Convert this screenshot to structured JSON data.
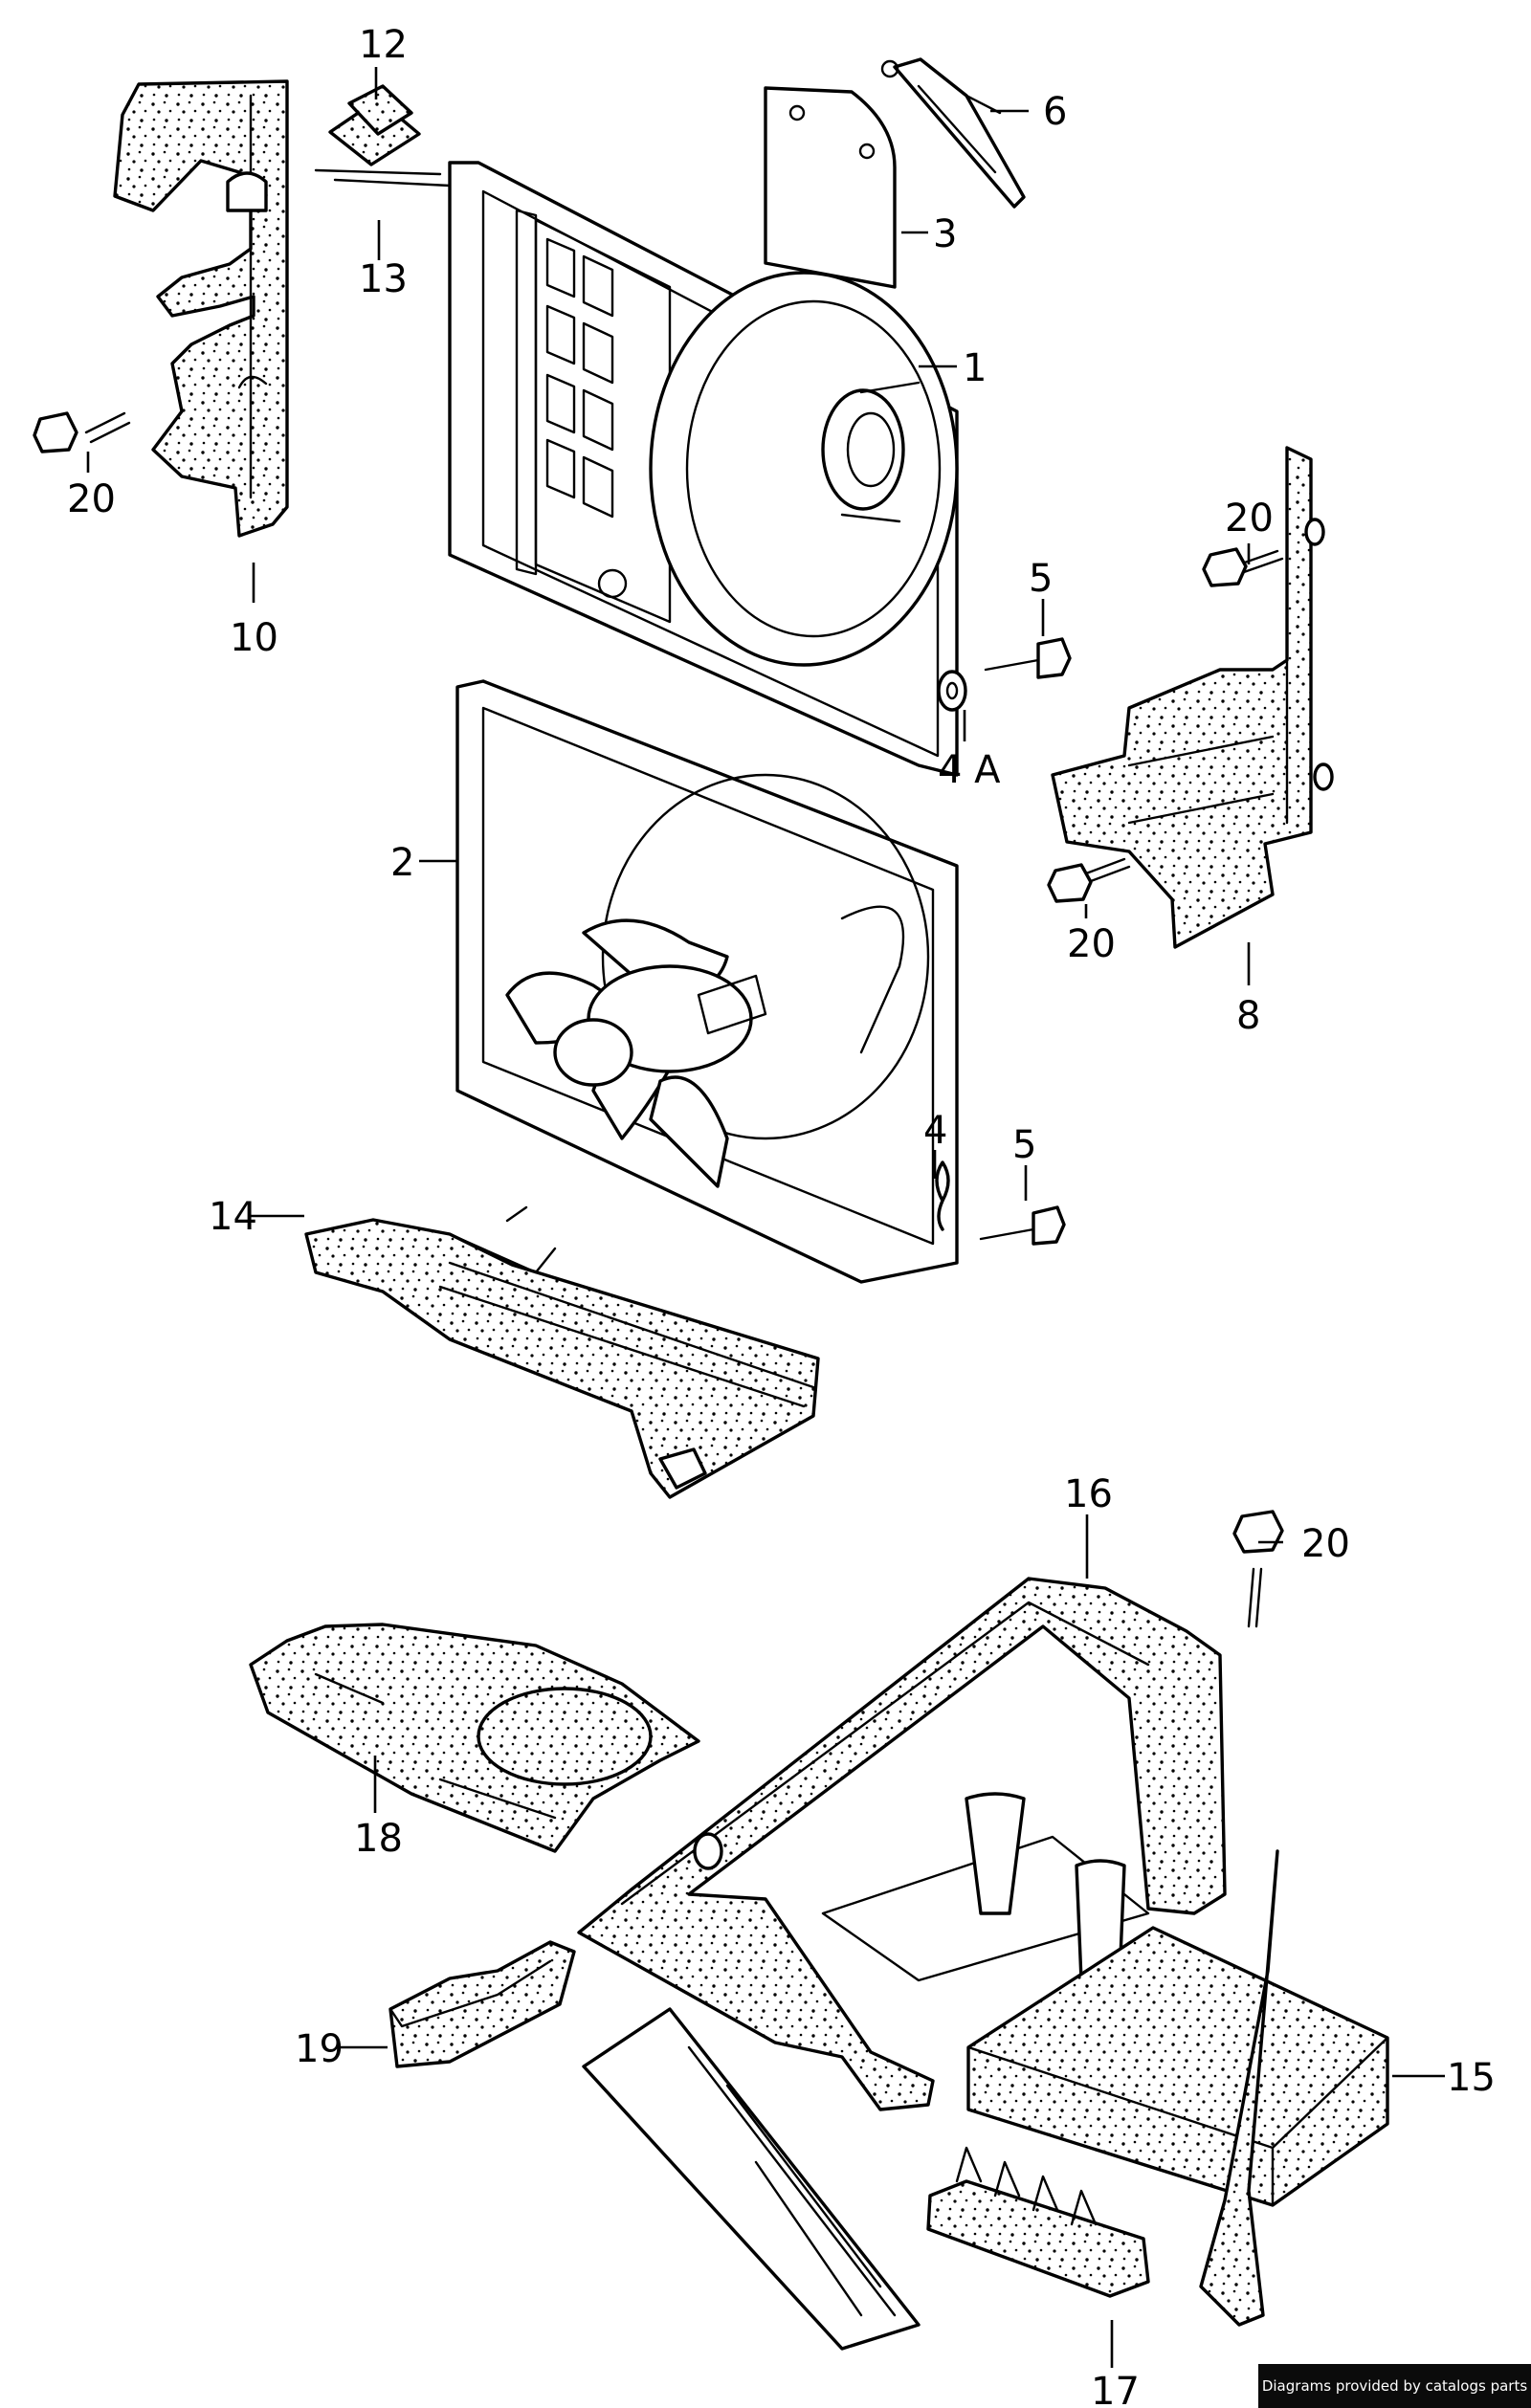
{
  "callouts": [
    {
      "id": "c1",
      "text": "1"
    },
    {
      "id": "c2",
      "text": "2"
    },
    {
      "id": "c3",
      "text": "3"
    },
    {
      "id": "c4",
      "text": "4"
    },
    {
      "id": "c4a",
      "text": "4 A"
    },
    {
      "id": "c5a",
      "text": "5"
    },
    {
      "id": "c5b",
      "text": "5"
    },
    {
      "id": "c6",
      "text": "6"
    },
    {
      "id": "c8",
      "text": "8"
    },
    {
      "id": "c10",
      "text": "10"
    },
    {
      "id": "c12",
      "text": "12"
    },
    {
      "id": "c13",
      "text": "13"
    },
    {
      "id": "c14",
      "text": "14"
    },
    {
      "id": "c15",
      "text": "15"
    },
    {
      "id": "c16",
      "text": "16"
    },
    {
      "id": "c17",
      "text": "17"
    },
    {
      "id": "c18",
      "text": "18"
    },
    {
      "id": "c19",
      "text": "19"
    },
    {
      "id": "c20a",
      "text": "20"
    },
    {
      "id": "c20b",
      "text": "20"
    },
    {
      "id": "c20c",
      "text": "20"
    },
    {
      "id": "c20d",
      "text": "20"
    }
  ],
  "footer": {
    "credit": "Diagrams provided by catalogs parts"
  }
}
